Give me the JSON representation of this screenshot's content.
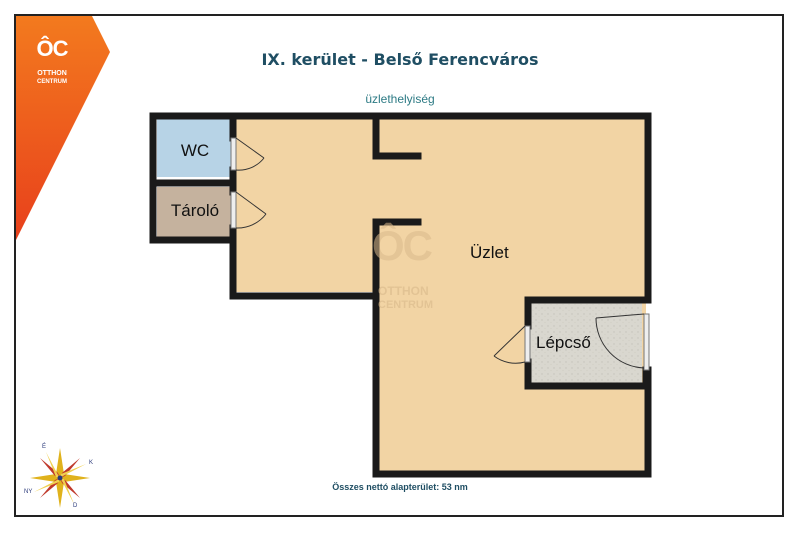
{
  "header": {
    "title": "IX. kerület - Belső Ferencváros",
    "subtitle": "üzlethelyiség"
  },
  "logo": {
    "mark": "ÔC",
    "line1": "OTTHON",
    "line2": "CENTRUM"
  },
  "watermark": {
    "mark": "ÔC",
    "line1": "OTTHON",
    "line2": "CENTRUM"
  },
  "rooms": {
    "wc": "WC",
    "storage": "Tároló",
    "shop": "Üzlet",
    "stairs": "Lépcső"
  },
  "compass": {
    "north": "É",
    "east": "K",
    "south": "D",
    "west": "NY"
  },
  "footer": {
    "area_text": "Összes nettó alapterület: 53 nm"
  },
  "colors": {
    "shop_fill": "#f2d4a4",
    "wc_fill": "#b7d3e6",
    "storage_fill": "#c5b29e",
    "stairs_fill": "#d7d5cc",
    "wall": "#1a1a1a",
    "brand_orange": "#f26a12",
    "title_color": "#1f4e63"
  }
}
